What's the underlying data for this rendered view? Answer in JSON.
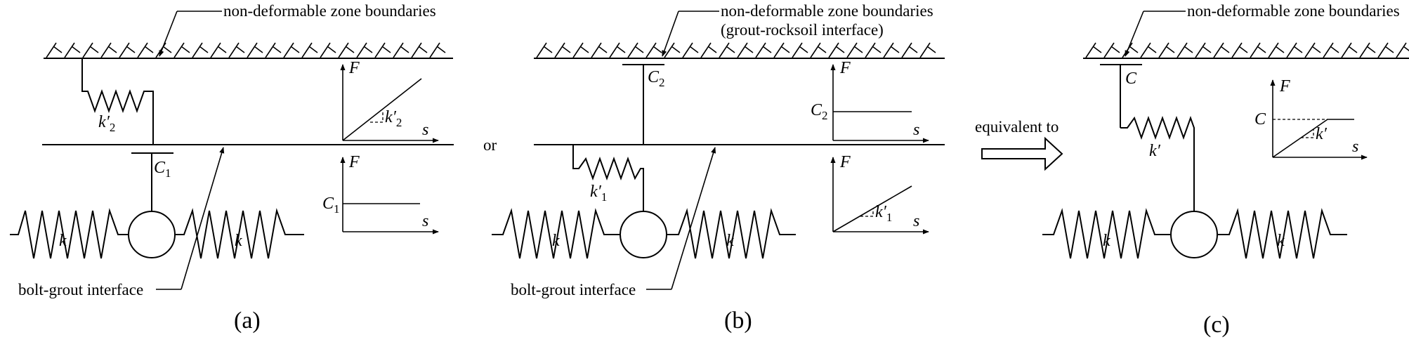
{
  "labels": {
    "zone_boundary": "non-deformable zone boundaries",
    "grout_rocksoil": "(grout-rocksoil interface)",
    "bolt_grout": "bolt-grout interface",
    "or": "or",
    "equivalent": "equivalent to",
    "cap_a": "(a)",
    "cap_b": "(b)",
    "cap_c": "(c)"
  },
  "symbols": {
    "F": "F",
    "s": "s",
    "k": "k",
    "k_prime": "k′",
    "C": "C",
    "sub_1": "1",
    "sub_2": "2"
  }
}
